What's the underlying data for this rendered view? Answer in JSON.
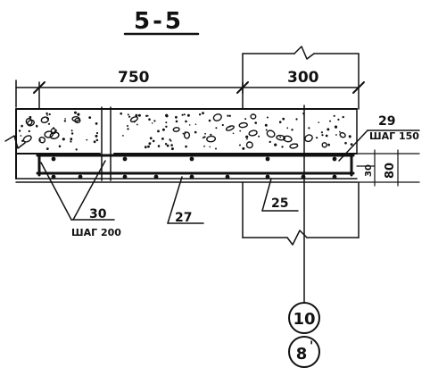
{
  "section": {
    "title": "5-5"
  },
  "dimensions": {
    "left_span": "750",
    "right_span": "300",
    "depth_outer": "80",
    "depth_inner": "30"
  },
  "callouts": {
    "c29": "29",
    "c29_step": "ШАГ 150",
    "c30": "30",
    "c30_step": "ШАГ 200",
    "c27": "27",
    "c25": "25"
  },
  "references": {
    "top": "10",
    "bottom": "8",
    "bottom_mark": "'"
  },
  "colors": {
    "ink": "#111111",
    "paper": "#ffffff"
  }
}
